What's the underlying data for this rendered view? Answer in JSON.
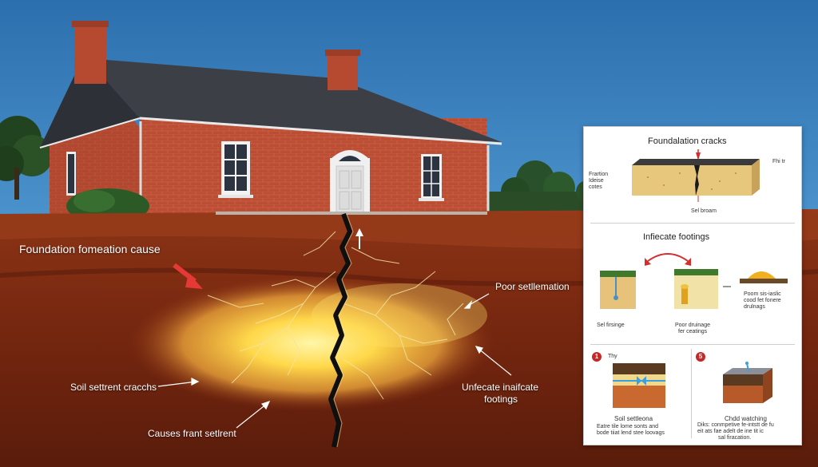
{
  "labels": {
    "foundation_cause": "Foundation fomeation cause",
    "poor_settlement": "Poor setllemation",
    "soil_cracks": "Soil settrent cracchs",
    "unfecated_line1": "Unfecate inaifcate",
    "unfecated_line2": "footings",
    "causes_settlement": "Causes frant setlrent"
  },
  "panel": {
    "section1": {
      "title": "Foundalation cracks",
      "left_note": [
        "Frartion",
        "Ideise",
        "cotes"
      ],
      "right_note": "Fhi tr",
      "bottom_note": "Sel broam"
    },
    "section2": {
      "title": "Infiecate footings",
      "label_left": "Sel firsinge",
      "label_mid_1": "Poor druinage",
      "label_mid_2": "fer ceatings",
      "label_right": [
        "Poom sis-iaslic",
        "cood fet fonere",
        "drulnags"
      ]
    },
    "section3": {
      "num_left": "1",
      "num_right": "5",
      "tag_left": "Thy",
      "title_left": "Soil settleona",
      "desc_left": [
        "Eatre tile lome sonts and",
        "bode tiiat lend stee loovags"
      ],
      "title_right": "Chdd watching",
      "desc_right": [
        "Diks: conmpetive fe-intstt de fu",
        "eit ats fae adelt de ine tit ic",
        "sal firacation."
      ]
    }
  },
  "colors": {
    "sky": "#2f79b4",
    "brick": "#b8482f",
    "roof": "#3c3f46",
    "soil": "#7a2a14",
    "glow": "#ffe066",
    "arrow_red": "#e53935"
  }
}
